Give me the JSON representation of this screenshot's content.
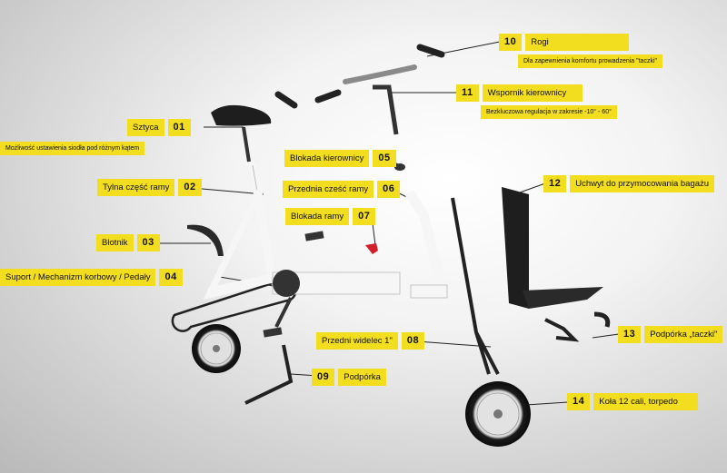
{
  "labels": [
    {
      "num": "01",
      "text": "Sztyca",
      "sub": "Możliwość ustawienia siodła pod różnym kątem"
    },
    {
      "num": "02",
      "text": "Tylna część ramy"
    },
    {
      "num": "03",
      "text": "Błotnik"
    },
    {
      "num": "04",
      "text": "Suport / Mechanizm korbowy / Pedały"
    },
    {
      "num": "05",
      "text": "Blokada kierownicy"
    },
    {
      "num": "06",
      "text": "Przednia cześć ramy"
    },
    {
      "num": "07",
      "text": "Blokada ramy"
    },
    {
      "num": "08",
      "text": "Przedni widelec 1\""
    },
    {
      "num": "09",
      "text": "Podpórka"
    },
    {
      "num": "10",
      "text": "Rogi",
      "sub": "Dla zapewnienia komfortu prowadzenia \"taczki\""
    },
    {
      "num": "11",
      "text": "Wspornik kierownicy",
      "sub": "Bezkluczowa regulacja w zakresie -10° - 60°"
    },
    {
      "num": "12",
      "text": "Uchwyt do przymocowania bagażu"
    },
    {
      "num": "13",
      "text": "Podpórka „taczki\""
    },
    {
      "num": "14",
      "text": "Koła 12 cali, torpedo"
    }
  ],
  "colors": {
    "accent": "#f2dd1e",
    "frame": "#f4f4f4",
    "part_dark": "#1e1e1e"
  }
}
